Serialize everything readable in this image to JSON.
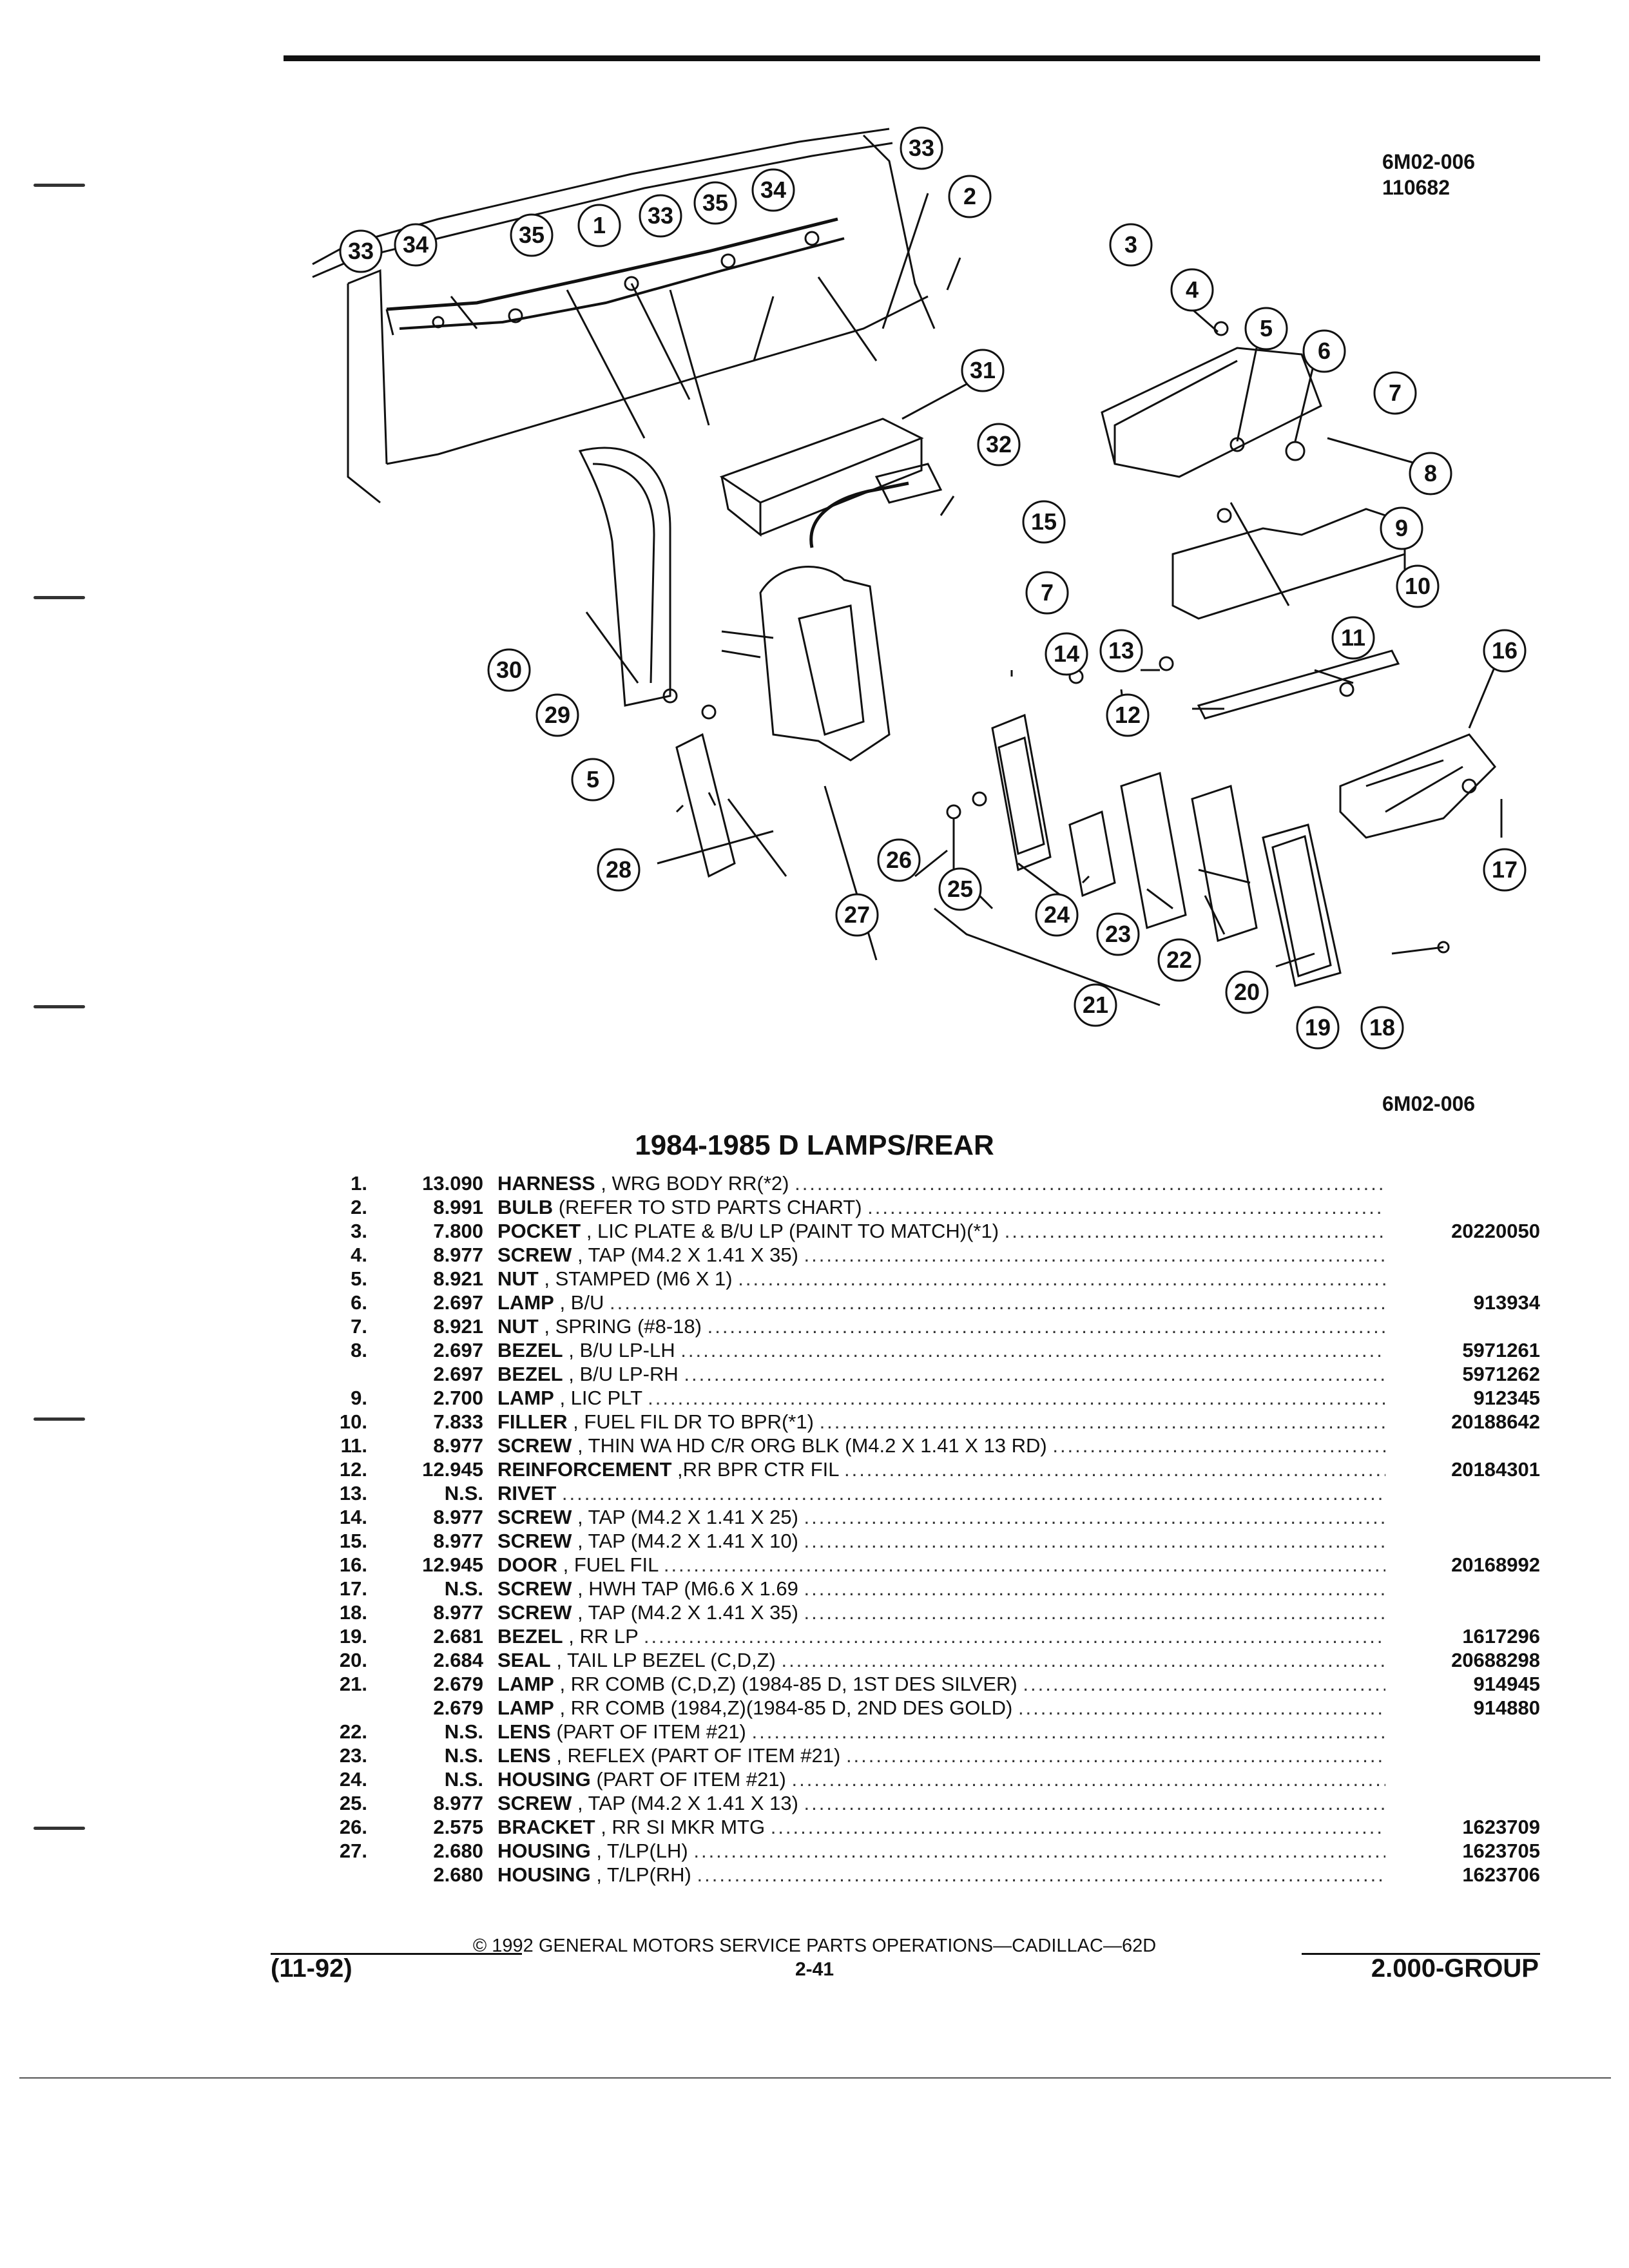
{
  "header": {
    "figure_code": "6M02-006",
    "figure_date": "110682",
    "figure_code_below": "6M02-006"
  },
  "callouts": [
    "1",
    "2",
    "3",
    "4",
    "5",
    "6",
    "7",
    "8",
    "9",
    "10",
    "11",
    "12",
    "13",
    "14",
    "15",
    "16",
    "17",
    "18",
    "19",
    "20",
    "21",
    "22",
    "23",
    "24",
    "25",
    "26",
    "27",
    "28",
    "29",
    "30",
    "31",
    "32",
    "33",
    "34",
    "35"
  ],
  "section_title": "1984-1985 D LAMPS/REAR",
  "parts": [
    {
      "item": "1.",
      "code": "13.090",
      "name": "HARNESS",
      "desc": ", WRG BODY RR(*2)",
      "part": ""
    },
    {
      "item": "2.",
      "code": "8.991",
      "name": "BULB",
      "desc": "(REFER TO STD PARTS CHART)",
      "part": ""
    },
    {
      "item": "3.",
      "code": "7.800",
      "name": "POCKET",
      "desc": ", LIC PLATE & B/U LP (PAINT TO MATCH)(*1)",
      "part": "20220050"
    },
    {
      "item": "4.",
      "code": "8.977",
      "name": "SCREW",
      "desc": ", TAP (M4.2 X 1.41 X 35)",
      "part": ""
    },
    {
      "item": "5.",
      "code": "8.921",
      "name": "NUT",
      "desc": ", STAMPED (M6 X 1)",
      "part": ""
    },
    {
      "item": "6.",
      "code": "2.697",
      "name": "LAMP",
      "desc": ", B/U",
      "part": "913934"
    },
    {
      "item": "7.",
      "code": "8.921",
      "name": "NUT",
      "desc": ", SPRING (#8-18)",
      "part": ""
    },
    {
      "item": "8.",
      "code": "2.697",
      "name": "BEZEL",
      "desc": ", B/U LP-LH",
      "part": "5971261"
    },
    {
      "item": "",
      "code": "2.697",
      "name": "BEZEL",
      "desc": ", B/U LP-RH",
      "part": "5971262"
    },
    {
      "item": "9.",
      "code": "2.700",
      "name": "LAMP",
      "desc": ", LIC PLT",
      "part": "912345"
    },
    {
      "item": "10.",
      "code": "7.833",
      "name": "FILLER",
      "desc": ", FUEL FIL DR TO BPR(*1)",
      "part": "20188642"
    },
    {
      "item": "11.",
      "code": "8.977",
      "name": "SCREW",
      "desc": ", THIN WA HD C/R ORG BLK (M4.2 X 1.41 X 13 RD)",
      "part": ""
    },
    {
      "item": "12.",
      "code": "12.945",
      "name": "REINFORCEMENT",
      "desc": ",RR BPR CTR FIL",
      "part": "20184301"
    },
    {
      "item": "13.",
      "code": "N.S.",
      "name": "RIVET",
      "desc": "",
      "part": ""
    },
    {
      "item": "14.",
      "code": "8.977",
      "name": "SCREW",
      "desc": ", TAP (M4.2 X 1.41 X 25)",
      "part": ""
    },
    {
      "item": "15.",
      "code": "8.977",
      "name": "SCREW",
      "desc": ", TAP (M4.2 X 1.41 X 10)",
      "part": ""
    },
    {
      "item": "16.",
      "code": "12.945",
      "name": "DOOR",
      "desc": ", FUEL FIL",
      "part": "20168992"
    },
    {
      "item": "17.",
      "code": "N.S.",
      "name": "SCREW",
      "desc": ", HWH TAP (M6.6 X 1.69",
      "part": ""
    },
    {
      "item": "18.",
      "code": "8.977",
      "name": "SCREW",
      "desc": ", TAP (M4.2 X 1.41 X 35)",
      "part": ""
    },
    {
      "item": "19.",
      "code": "2.681",
      "name": "BEZEL",
      "desc": ", RR LP",
      "part": "1617296"
    },
    {
      "item": "20.",
      "code": "2.684",
      "name": "SEAL",
      "desc": ", TAIL LP BEZEL (C,D,Z)",
      "part": "20688298"
    },
    {
      "item": "21.",
      "code": "2.679",
      "name": "LAMP",
      "desc": ", RR COMB (C,D,Z) (1984-85 D, 1ST DES SILVER)",
      "part": "914945"
    },
    {
      "item": "",
      "code": "2.679",
      "name": "LAMP",
      "desc": ", RR COMB (1984,Z)(1984-85 D, 2ND DES GOLD)",
      "part": "914880"
    },
    {
      "item": "22.",
      "code": "N.S.",
      "name": "LENS",
      "desc": "(PART OF ITEM #21)",
      "part": ""
    },
    {
      "item": "23.",
      "code": "N.S.",
      "name": "LENS",
      "desc": ", REFLEX (PART OF ITEM #21)",
      "part": ""
    },
    {
      "item": "24.",
      "code": "N.S.",
      "name": "HOUSING",
      "desc": "(PART OF ITEM #21)",
      "part": ""
    },
    {
      "item": "25.",
      "code": "8.977",
      "name": "SCREW",
      "desc": ", TAP (M4.2 X 1.41 X 13)",
      "part": ""
    },
    {
      "item": "26.",
      "code": "2.575",
      "name": "BRACKET",
      "desc": ", RR SI MKR MTG",
      "part": "1623709"
    },
    {
      "item": "27.",
      "code": "2.680",
      "name": "HOUSING",
      "desc": ", T/LP(LH)",
      "part": "1623705"
    },
    {
      "item": "",
      "code": "2.680",
      "name": "HOUSING",
      "desc": ", T/LP(RH)",
      "part": "1623706"
    }
  ],
  "footer": {
    "copyright": "© 1992 GENERAL MOTORS SERVICE PARTS OPERATIONS—CADILLAC—62D",
    "date": "(11-92)",
    "page": "2-41",
    "group": "2.000-GROUP"
  }
}
